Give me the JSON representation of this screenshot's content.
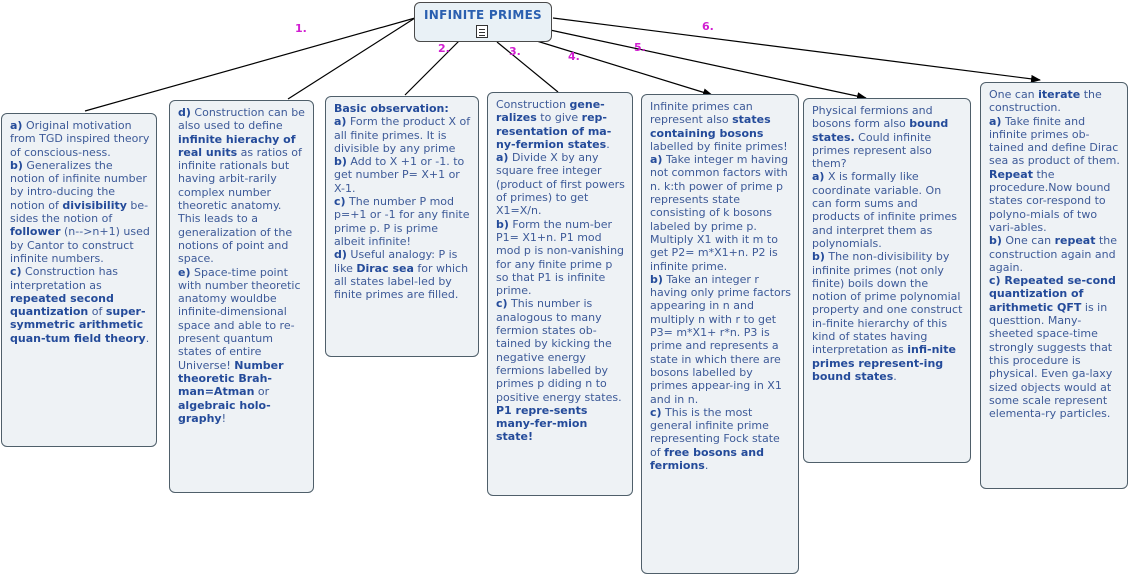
{
  "root": {
    "title": "INFINITE PRIMES",
    "note_icon": "notepad-icon"
  },
  "branches": [
    {
      "number": "1.",
      "lines": [
        [
          {
            "b": "a)"
          },
          {
            "t": " Original motivation from TGD inspired theory of conscious-ness."
          }
        ],
        [
          {
            "b": "b)"
          },
          {
            "t": " Generalizes the notion of infinite number  by intro-ducing  the notion of "
          },
          {
            "b": "divisibility"
          },
          {
            "t": " be-sides  the notion of "
          },
          {
            "b": "follower"
          },
          {
            "t": " (n-->n+1) used by Cantor to construct infinite numbers."
          }
        ],
        [
          {
            "b": "c)"
          },
          {
            "t": " Construction has interpretation as "
          },
          {
            "b": "repeated   second quantization"
          },
          {
            "t": "  of "
          },
          {
            "b": "super-symmetric arithmetic quan-tum field theory"
          },
          {
            "t": "."
          }
        ]
      ]
    },
    {
      "number": "",
      "lines": [
        [
          {
            "b": "d)"
          },
          {
            "t": " Construction can be also used to define "
          },
          {
            "b": "infinite hierachy of real units"
          },
          {
            "t": " as ratios of infinite rationals but having arbit-rarily complex number theoretic anatomy. This leads to a generalization of the notions of point and space."
          }
        ],
        [
          {
            "b": "e)"
          },
          {
            "t": " Space-time point with number theoretic anatomy wouldbe infinite-dimensional space and able to re-present  quantum states of entire Universe! "
          },
          {
            "b": "Number theoretic Brah-man=Atman"
          },
          {
            "t": " or "
          },
          {
            "b": "algebraic  holo-graphy"
          },
          {
            "t": "!"
          }
        ]
      ]
    },
    {
      "number": "2.",
      "lines": [
        [
          {
            "b": "Basic observation:"
          }
        ],
        [
          {
            "b": "a)"
          },
          {
            "t": " Form the product X of all finite primes. It is divisible by any prime"
          }
        ],
        [
          {
            "b": "b)"
          },
          {
            "t": " Add to X  +1 or -1. to get number P= X+1 or X-1."
          }
        ],
        [
          {
            "b": "c)"
          },
          {
            "t": " The number P mod  p=+1 or -1 for any finite  prime p.  P is prime  albeit infinite!"
          }
        ],
        [
          {
            "b": "d)"
          },
          {
            "t": " Useful analogy: P is like "
          },
          {
            "b": "Dirac sea"
          },
          {
            "t": " for which all states label-led by finite primes are filled."
          }
        ]
      ]
    },
    {
      "number": "3.",
      "lines": [
        [
          {
            "t": "Construction "
          },
          {
            "b": "gene-ralizes"
          },
          {
            "t": "  to give "
          },
          {
            "b": "rep-resentation of  ma-ny-fermion states"
          },
          {
            "t": "."
          }
        ],
        [
          {
            "b": "a)"
          },
          {
            "t": " Divide X by any square free  integer (product of first powers of primes) to get X1=X/n."
          }
        ],
        [
          {
            "b": "b)"
          },
          {
            "t": " Form the num-ber P1= X1+n. P1 mod  mod p is non-vanishing for  any finite prime p so that  P1 is infinite prime."
          }
        ],
        [
          {
            "b": "c)"
          },
          {
            "t": " This number is analogous to many fermion states ob-tained by kicking the  negative energy fermions labelled by primes p diding n to positive energy states. "
          },
          {
            "b": "P1 repre-sents many-fer-mion state!"
          }
        ]
      ]
    },
    {
      "number": "4.",
      "lines": [
        [
          {
            "t": "Infinite primes can represent also "
          },
          {
            "b": "states containing  bosons"
          },
          {
            "t": " labelled by finite primes!"
          }
        ],
        [
          {
            "b": "a)"
          },
          {
            "t": " Take integer m having not common factors with n. k:th power of prime p represents state consisting of k bosons labeled by prime p. Multiply X1 with it m to get P2= m*X1+n. P2 is infinite  prime."
          }
        ],
        [
          {
            "b": "b)"
          },
          {
            "t": " Take an integer r having only prime factors appearing in n and multiply n with r to get  P3= m*X1+ r*n. P3 is prime and represents a state in which there are bosons labelled by  primes appear-ing in  X1 and in n."
          }
        ],
        [
          {
            "b": "c)"
          },
          {
            "t": " This is the most general infinite prime representing  Fock state of  "
          },
          {
            "b": "free bosons and fermions"
          },
          {
            "t": "."
          }
        ]
      ]
    },
    {
      "number": "5.",
      "lines": [
        [
          {
            "t": "Physical fermions and bosons form also "
          },
          {
            "b": "bound states."
          },
          {
            "t": " Could infinite primes represent also them?"
          }
        ],
        [
          {
            "b": "a)"
          },
          {
            "t": " X is formally like coordinate variable. On can form sums and products of infinite primes and interpret them as polynomials."
          }
        ],
        [
          {
            "b": "b)"
          },
          {
            "t": " The non-divisibility by infinite primes (not only finite) boils down the notion of prime polynomial property and one construct in-finite hierarchy of this kind of states having interpretation as "
          },
          {
            "b": "infi-nite primes represent-ing bound  states"
          },
          {
            "t": "."
          }
        ]
      ]
    },
    {
      "number": "6.",
      "lines": [
        [
          {
            "t": "One can "
          },
          {
            "b": "iterate"
          },
          {
            "t": " the construction."
          }
        ],
        [
          {
            "b": "a)"
          },
          {
            "t": " Take finite and infinite primes ob-tained  and define Dirac sea as product of  them. "
          },
          {
            "b": "Repeat"
          },
          {
            "t": " the  procedure.Now bound states cor-respond to polyno-mials of two vari-ables."
          }
        ],
        [
          {
            "b": "b)"
          },
          {
            "t": " One can "
          },
          {
            "b": "repeat"
          },
          {
            "t": " the construction again and again."
          }
        ],
        [
          {
            "b": "c) Repeated se-cond quantization of  arithmetic QFT"
          },
          {
            "t": " is in questtion. Many-sheeted space-time strongly suggests that this procedure is physical. Even ga-laxy sized  objects would at some scale represent elementa-ry particles."
          }
        ]
      ]
    }
  ]
}
